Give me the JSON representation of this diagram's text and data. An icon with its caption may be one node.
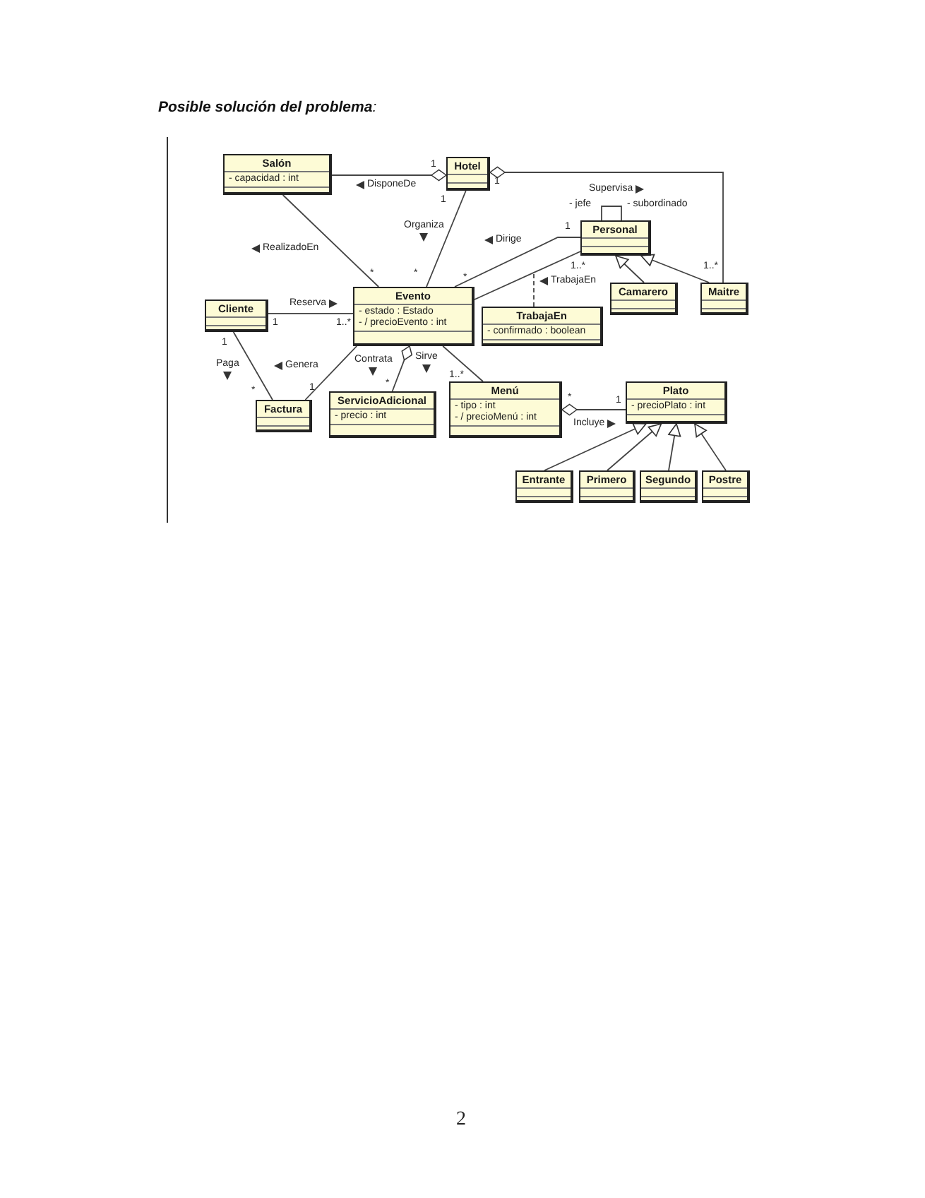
{
  "diagram": {
    "title": "**Posible solución del problema**:",
    "nodes": [
      {
        "text": [
          "Salón",
          "- capacidad : int"
        ]
      },
      {
        "text": [
          "Hotel"
        ]
      },
      {
        "text": [
          "Personal"
        ]
      },
      {
        "text": [
          "Cliente"
        ]
      },
      {
        "text": [
          "Evento",
          "- estado : Estado",
          "- / precioEvento : int"
        ]
      },
      {
        "text": [
          "TrabajaEn",
          "- confirmado : boolean"
        ]
      },
      {
        "text": [
          "Camarero"
        ]
      },
      {
        "text": [
          "Maitre"
        ]
      },
      {
        "text": [
          "Factura"
        ]
      },
      {
        "text": [
          "ServicioAdicional",
          "- precio : int"
        ]
      },
      {
        "text": [
          "Menú",
          "- tipo : int",
          "- / precioMenú : int"
        ]
      },
      {
        "text": [
          "Plato",
          "- precioPlato : int"
        ]
      },
      {
        "text": [
          "Entrante"
        ]
      },
      {
        "text": [
          "Primero"
        ]
      },
      {
        "text": [
          "Segundo"
        ]
      },
      {
        "text": [
          "Postre"
        ]
      }
    ],
    "edges": [
      {
        "from": 1,
        "to": 0,
        "arrow": "other",
        "label": "DisponeDe"
      },
      {
        "from": 1,
        "to": 7,
        "arrow": "other"
      },
      {
        "from": 0,
        "to": 4,
        "arrow": "none",
        "label": "RealizadoEn"
      },
      {
        "from": 1,
        "to": 4,
        "arrow": "none",
        "label": "Organiza"
      },
      {
        "from": 2,
        "to": 2,
        "arrow": "none",
        "label": "Supervisa"
      },
      {
        "from": 2,
        "to": 4,
        "arrow": "none",
        "label": "Dirige"
      },
      {
        "from": 2,
        "to": 4,
        "arrow": "none",
        "label": "TrabajaEn"
      },
      {
        "from": 5,
        "to": null,
        "arrow": "none",
        "style": "dashed"
      },
      {
        "from": 6,
        "to": 2,
        "arrow": "to"
      },
      {
        "from": 7,
        "to": 2,
        "arrow": "to"
      },
      {
        "from": 3,
        "to": 4,
        "arrow": "none",
        "label": "Reserva"
      },
      {
        "from": 3,
        "to": 8,
        "arrow": "none",
        "label": "Paga"
      },
      {
        "from": 4,
        "to": 8,
        "arrow": "none",
        "label": "Genera"
      },
      {
        "from": 4,
        "to": 9,
        "arrow": "other",
        "label": "Contrata"
      },
      {
        "from": 4,
        "to": 10,
        "arrow": "none",
        "label": "Sirve"
      },
      {
        "from": 10,
        "to": 11,
        "arrow": "other",
        "label": "Incluye"
      },
      {
        "from": 12,
        "to": 11,
        "arrow": "to"
      },
      {
        "from": 13,
        "to": 11,
        "arrow": "to"
      },
      {
        "from": 14,
        "to": 11,
        "arrow": "to"
      },
      {
        "from": 15,
        "to": 11,
        "arrow": "to"
      }
    ],
    "labels": [
      "1",
      "1",
      "1",
      "- jefe",
      "- subordinado",
      "1",
      "1..*",
      "1..*",
      "*",
      "*",
      "*",
      "1",
      "1..*",
      "1",
      "1..*",
      "*",
      "1",
      "*",
      "*",
      "1",
      "2"
    ]
  }
}
